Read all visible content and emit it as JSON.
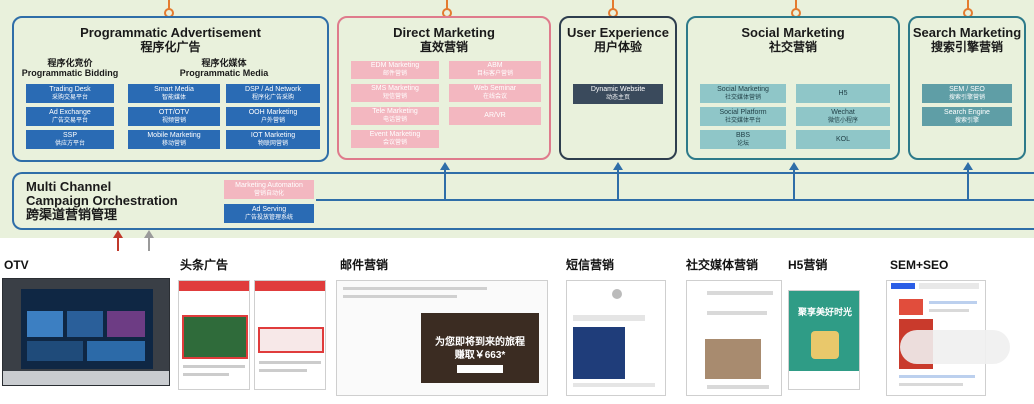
{
  "sections": {
    "programmatic": {
      "title_en": "Programmatic Advertisement",
      "title_cn": "程序化广告",
      "bidding_label_cn": "程序化竞价",
      "bidding_label_en": "Programmatic Bidding",
      "media_label_cn": "程序化媒体",
      "media_label_en": "Programmatic Media",
      "tiles": [
        {
          "en": "Trading Desk",
          "cn": "采购交易平台"
        },
        {
          "en": "Ad Exchange",
          "cn": "广告交易平台"
        },
        {
          "en": "SSP",
          "cn": "供应方平台"
        },
        {
          "en": "Smart Media",
          "cn": "智能媒体"
        },
        {
          "en": "OTT/OTV",
          "cn": "视频营销"
        },
        {
          "en": "Mobile Marketing",
          "cn": "移动营销"
        },
        {
          "en": "DSP / Ad Network",
          "cn": "程序化广告采购"
        },
        {
          "en": "OOH Marketing",
          "cn": "户外营销"
        },
        {
          "en": "IOT Marketing",
          "cn": "物联网营销"
        }
      ]
    },
    "direct": {
      "title_en": "Direct Marketing",
      "title_cn": "直效营销",
      "tiles": [
        {
          "en": "EDM Marketing",
          "cn": "邮件营销"
        },
        {
          "en": "SMS Marketing",
          "cn": "短信营销"
        },
        {
          "en": "Tele Marketing",
          "cn": "电话营销"
        },
        {
          "en": "Event Marketing",
          "cn": "会议营销"
        },
        {
          "en": "ABM",
          "cn": "目标客户营销"
        },
        {
          "en": "Web Seminar",
          "cn": "在线会议"
        },
        {
          "en": "AR/VR",
          "cn": ""
        }
      ]
    },
    "ux": {
      "title_en": "User Experience",
      "title_cn": "用户体验",
      "tiles": [
        {
          "en": "Dynamic Website",
          "cn": "动态主页"
        }
      ]
    },
    "social": {
      "title_en": "Social Marketing",
      "title_cn": "社交营销",
      "tiles": [
        {
          "en": "Social Marketing",
          "cn": "社交媒体营销"
        },
        {
          "en": "Social Platform",
          "cn": "社交媒体平台"
        },
        {
          "en": "BBS",
          "cn": "论坛"
        },
        {
          "en": "H5",
          "cn": ""
        },
        {
          "en": "Wechat",
          "cn": "微信小程序"
        },
        {
          "en": "KOL",
          "cn": ""
        }
      ]
    },
    "search": {
      "title_en": "Search Marketing",
      "title_cn": "搜索引擎营销",
      "tiles": [
        {
          "en": "SEM / SEO",
          "cn": "搜索引擎营销"
        },
        {
          "en": "Search Engine",
          "cn": "搜索引擎"
        }
      ]
    }
  },
  "orchestration": {
    "title_line1": "Multi Channel",
    "title_line2": "Campaign Orchestration",
    "title_cn": "跨渠道营销管理",
    "tiles": [
      {
        "en": "Marketing Automation",
        "cn": "营销自动化"
      },
      {
        "en": "Ad Serving",
        "cn": "广告投放管理系统"
      }
    ]
  },
  "bottom_labels": [
    "OTV",
    "头条广告",
    "邮件营销",
    "短信营销",
    "社交媒体营销",
    "H5营销",
    "SEM+SEO"
  ],
  "thumb_texts": {
    "email_cn_line1": "为您即将到来的旅程",
    "email_cn_line2": "赚取￥663*",
    "h5_cn": "聚享美好时光"
  },
  "colors": {
    "background_top": "#e9f1dc",
    "programmatic_border": "#2f6ea8",
    "direct_border": "#df7b8c",
    "ux_border": "#2e3e4e",
    "social_border": "#2d7a8a",
    "connector_orange": "#e47b2f",
    "arrow_red": "#c0392b",
    "arrow_gray": "#9a9a9a"
  }
}
